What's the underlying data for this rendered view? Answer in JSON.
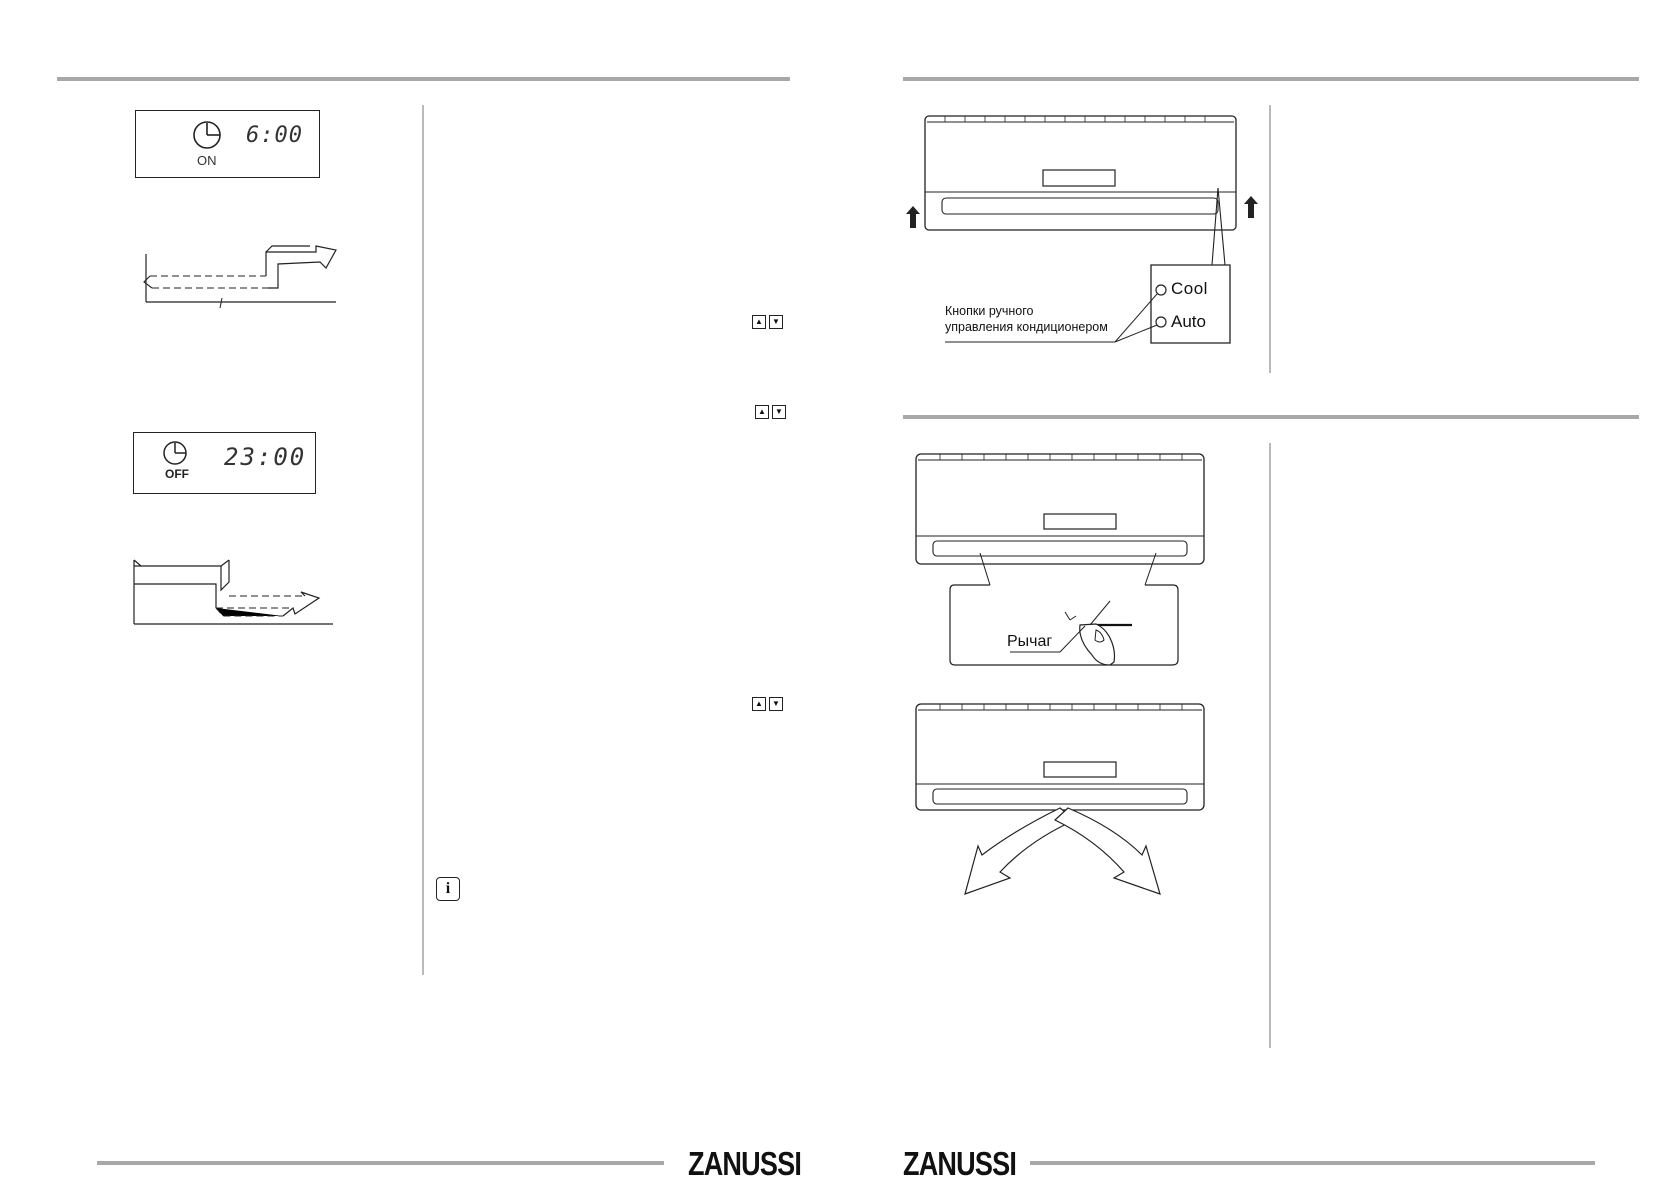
{
  "left_page": {
    "timer_on": {
      "time": "6:00",
      "label": "ON"
    },
    "timer_off": {
      "time": "23:00",
      "label": "OFF"
    },
    "arrow_buttons": {
      "up": "▲",
      "down": "▼"
    },
    "info_icon": "i",
    "footer_brand": "ZANUSSI"
  },
  "right_page": {
    "manual_control": {
      "caption_line1": "Кнопки ручного",
      "caption_line2": "управления кондиционером",
      "btn_cool": "Cool",
      "btn_auto": "Auto"
    },
    "louver": {
      "lever_label": "Рычаг"
    },
    "footer_brand": "ZANUSSI"
  },
  "colors": {
    "rule": "#a8a8a8",
    "ink": "#111111"
  }
}
